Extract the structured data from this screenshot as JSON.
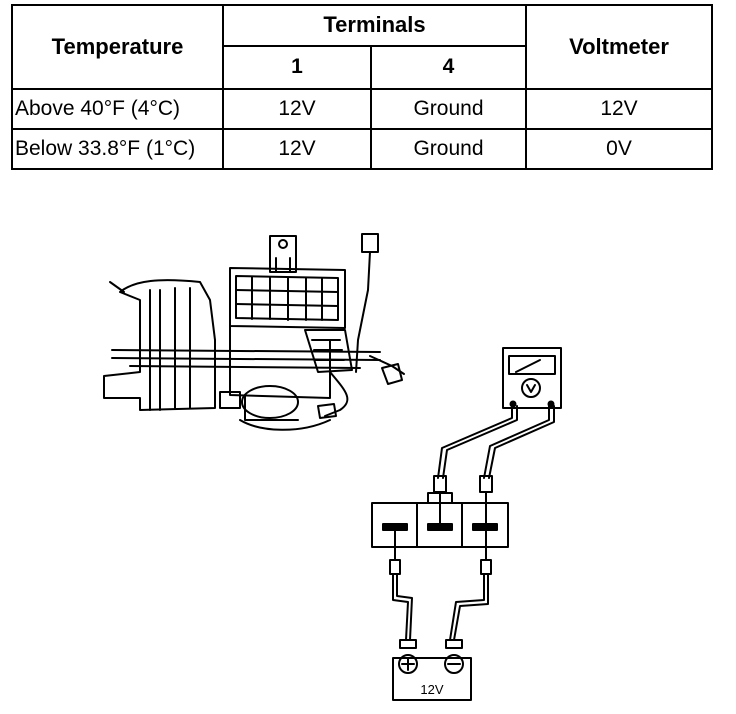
{
  "table": {
    "header_temperature": "Temperature",
    "header_terminals": "Terminals",
    "header_terminal_1": "1",
    "header_terminal_4": "4",
    "header_voltmeter": "Voltmeter",
    "rows": [
      {
        "temperature": "Above 40°F (4°C)",
        "terminal_1": "12V",
        "terminal_4": "Ground",
        "voltmeter": "12V"
      },
      {
        "temperature": "Below 33.8°F (1°C)",
        "terminal_1": "12V",
        "terminal_4": "Ground",
        "voltmeter": "0V"
      }
    ]
  },
  "diagram": {
    "battery_label": "12V",
    "icons": [
      "heater-unit-drawing",
      "voltmeter-icon",
      "connector-icon",
      "battery-icon"
    ]
  }
}
